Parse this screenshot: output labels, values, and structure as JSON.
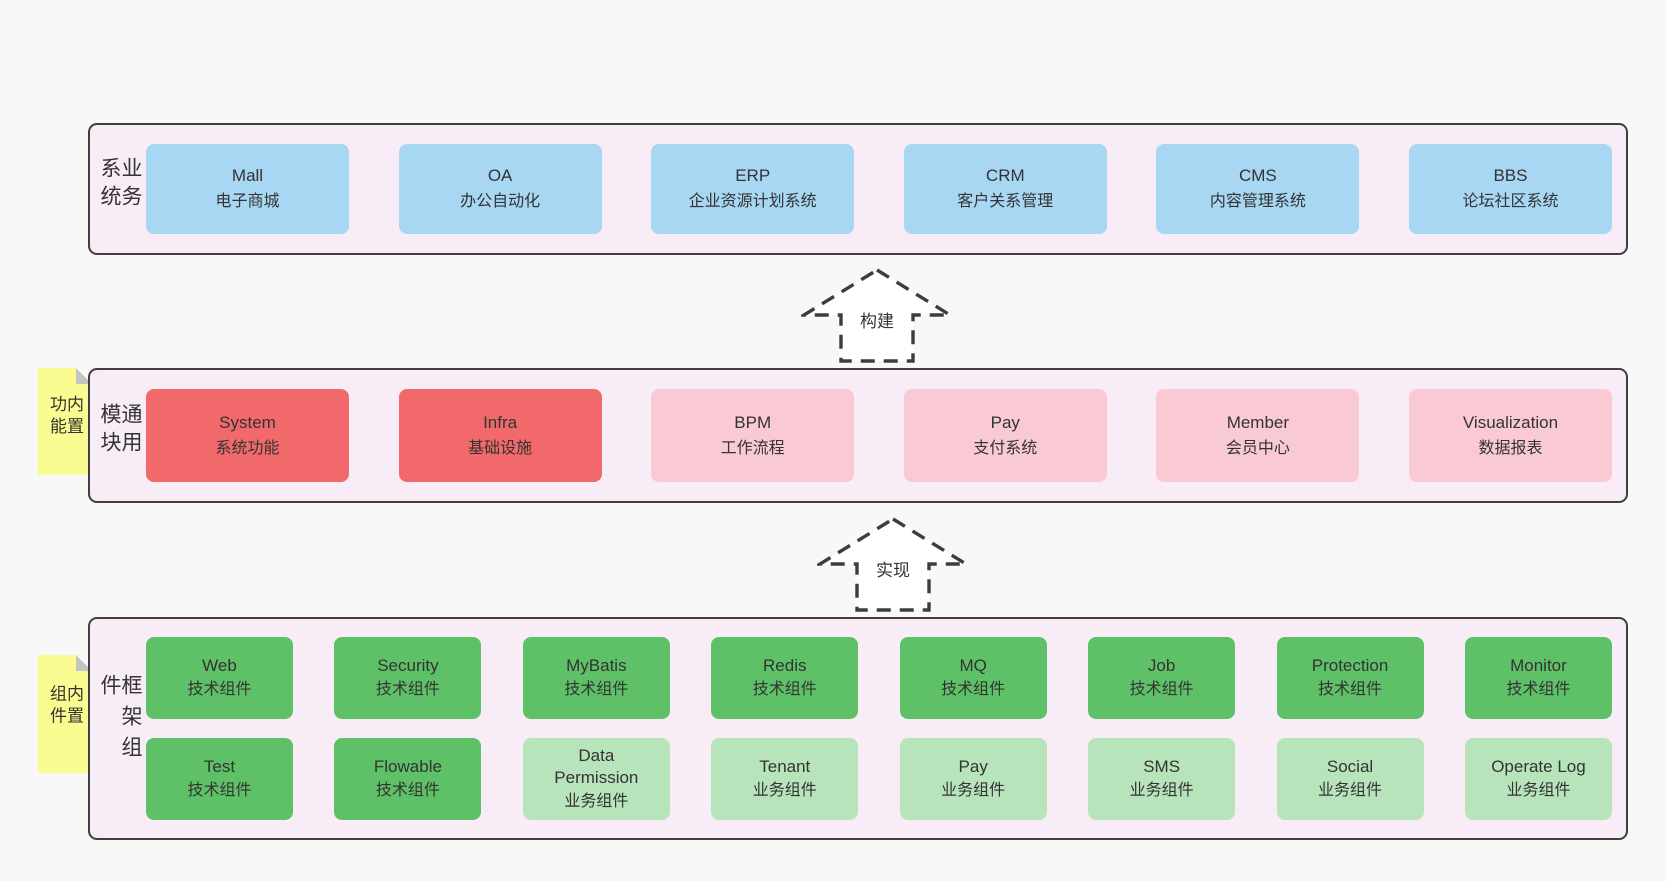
{
  "colors": {
    "page_bg": "#f8f8f8",
    "container_bg": "#f8edf6",
    "container_border": "#3f3f3f",
    "blue": "#a7d7f3",
    "red": "#f2696b",
    "pink": "#facad4",
    "green": "#5fc167",
    "light_green": "#b8e4bb",
    "note_yellow": "#fafb90",
    "fold_gray": "#c4c4c4",
    "text": "#333333"
  },
  "arrows": [
    {
      "label": "构建"
    },
    {
      "label": "实现"
    }
  ],
  "layers": [
    {
      "label": "业务系统",
      "items": [
        {
          "title": "Mall",
          "subtitle": "电子商城",
          "variant": "blue"
        },
        {
          "title": "OA",
          "subtitle": "办公自动化",
          "variant": "blue"
        },
        {
          "title": "ERP",
          "subtitle": "企业资源计划系统",
          "variant": "blue"
        },
        {
          "title": "CRM",
          "subtitle": "客户关系管理",
          "variant": "blue"
        },
        {
          "title": "CMS",
          "subtitle": "内容管理系统",
          "variant": "blue"
        },
        {
          "title": "BBS",
          "subtitle": "论坛社区系统",
          "variant": "blue"
        }
      ]
    },
    {
      "label": "通用模块",
      "note": "内置功能",
      "items": [
        {
          "title": "System",
          "subtitle": "系统功能",
          "variant": "red"
        },
        {
          "title": "Infra",
          "subtitle": "基础设施",
          "variant": "red"
        },
        {
          "title": "BPM",
          "subtitle": "工作流程",
          "variant": "pink"
        },
        {
          "title": "Pay",
          "subtitle": "支付系统",
          "variant": "pink"
        },
        {
          "title": "Member",
          "subtitle": "会员中心",
          "variant": "pink"
        },
        {
          "title": "Visualization",
          "subtitle": "数据报表",
          "variant": "pink"
        }
      ]
    },
    {
      "label": "框架组件",
      "note": "内置组件",
      "rows": [
        [
          {
            "title": "Web",
            "subtitle": "技术组件",
            "variant": "green"
          },
          {
            "title": "Security",
            "subtitle": "技术组件",
            "variant": "green"
          },
          {
            "title": "MyBatis",
            "subtitle": "技术组件",
            "variant": "green"
          },
          {
            "title": "Redis",
            "subtitle": "技术组件",
            "variant": "green"
          },
          {
            "title": "MQ",
            "subtitle": "技术组件",
            "variant": "green"
          },
          {
            "title": "Job",
            "subtitle": "技术组件",
            "variant": "green"
          },
          {
            "title": "Protection",
            "subtitle": "技术组件",
            "variant": "green"
          },
          {
            "title": "Monitor",
            "subtitle": "技术组件",
            "variant": "green"
          }
        ],
        [
          {
            "title": "Test",
            "subtitle": "技术组件",
            "variant": "green"
          },
          {
            "title": "Flowable",
            "subtitle": "技术组件",
            "variant": "green"
          },
          {
            "title": "Data Permission",
            "subtitle": "业务组件",
            "variant": "lightgreen"
          },
          {
            "title": "Tenant",
            "subtitle": "业务组件",
            "variant": "lightgreen"
          },
          {
            "title": "Pay",
            "subtitle": "业务组件",
            "variant": "lightgreen"
          },
          {
            "title": "SMS",
            "subtitle": "业务组件",
            "variant": "lightgreen"
          },
          {
            "title": "Social",
            "subtitle": "业务组件",
            "variant": "lightgreen"
          },
          {
            "title": "Operate Log",
            "subtitle": "业务组件",
            "variant": "lightgreen"
          }
        ]
      ]
    }
  ]
}
